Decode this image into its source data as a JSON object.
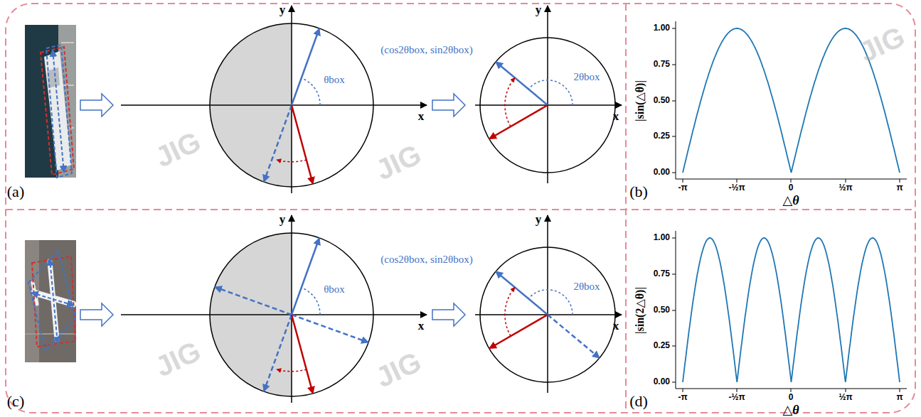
{
  "diagram": {
    "labels": [
      "(a)",
      "y",
      "x",
      "θbox",
      "(cos2θbox, sin2θbox)",
      "y",
      "x",
      "2θbox",
      "(b)",
      "|sin(△θ)|",
      "1.00",
      "0.75",
      "0.50",
      "0.25",
      "0.00",
      "-π",
      "-½π",
      "0",
      "½π",
      "π",
      "△θ",
      "(c)",
      "y",
      "x",
      "θbox",
      "(cos2θbox, sin2θbox)",
      "y",
      "x",
      "2θbox",
      "(d)",
      "|sin(2△θ)|",
      "1.00",
      "0.75",
      "0.50",
      "0.25",
      "0.00",
      "-π",
      "-½π",
      "0",
      "½π",
      "π",
      "△θ",
      "JIG",
      "JIG",
      "JIG",
      "JIG",
      "JIG"
    ]
  }
}
